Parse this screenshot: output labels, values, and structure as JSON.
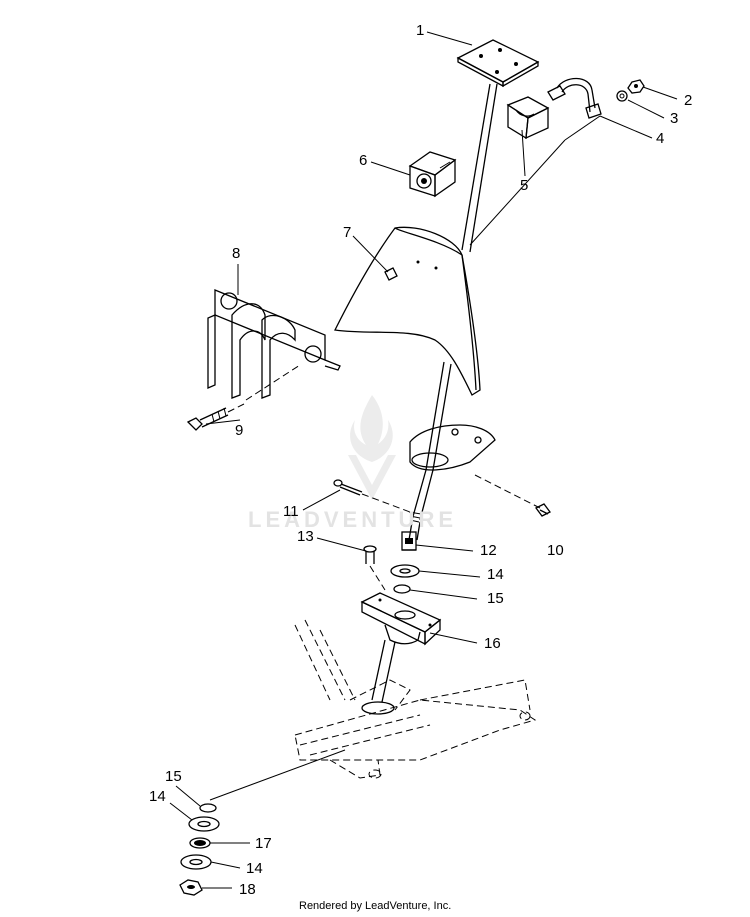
{
  "callouts": [
    {
      "id": "c1",
      "text": "1"
    },
    {
      "id": "c2",
      "text": "2"
    },
    {
      "id": "c3",
      "text": "3"
    },
    {
      "id": "c4",
      "text": "4"
    },
    {
      "id": "c5",
      "text": "5"
    },
    {
      "id": "c6",
      "text": "6"
    },
    {
      "id": "c7",
      "text": "7"
    },
    {
      "id": "c8",
      "text": "8"
    },
    {
      "id": "c9",
      "text": "9"
    },
    {
      "id": "c10",
      "text": "10"
    },
    {
      "id": "c11",
      "text": "11"
    },
    {
      "id": "c12",
      "text": "12"
    },
    {
      "id": "c13",
      "text": "13"
    },
    {
      "id": "c14a",
      "text": "14"
    },
    {
      "id": "c15a",
      "text": "15"
    },
    {
      "id": "c16",
      "text": "16"
    },
    {
      "id": "c15b",
      "text": "15"
    },
    {
      "id": "c14b",
      "text": "14"
    },
    {
      "id": "c17",
      "text": "17"
    },
    {
      "id": "c14c",
      "text": "14"
    },
    {
      "id": "c18",
      "text": "18"
    }
  ],
  "watermark": "LEADVENTURE",
  "footer": "Rendered by LeadVenture, Inc."
}
